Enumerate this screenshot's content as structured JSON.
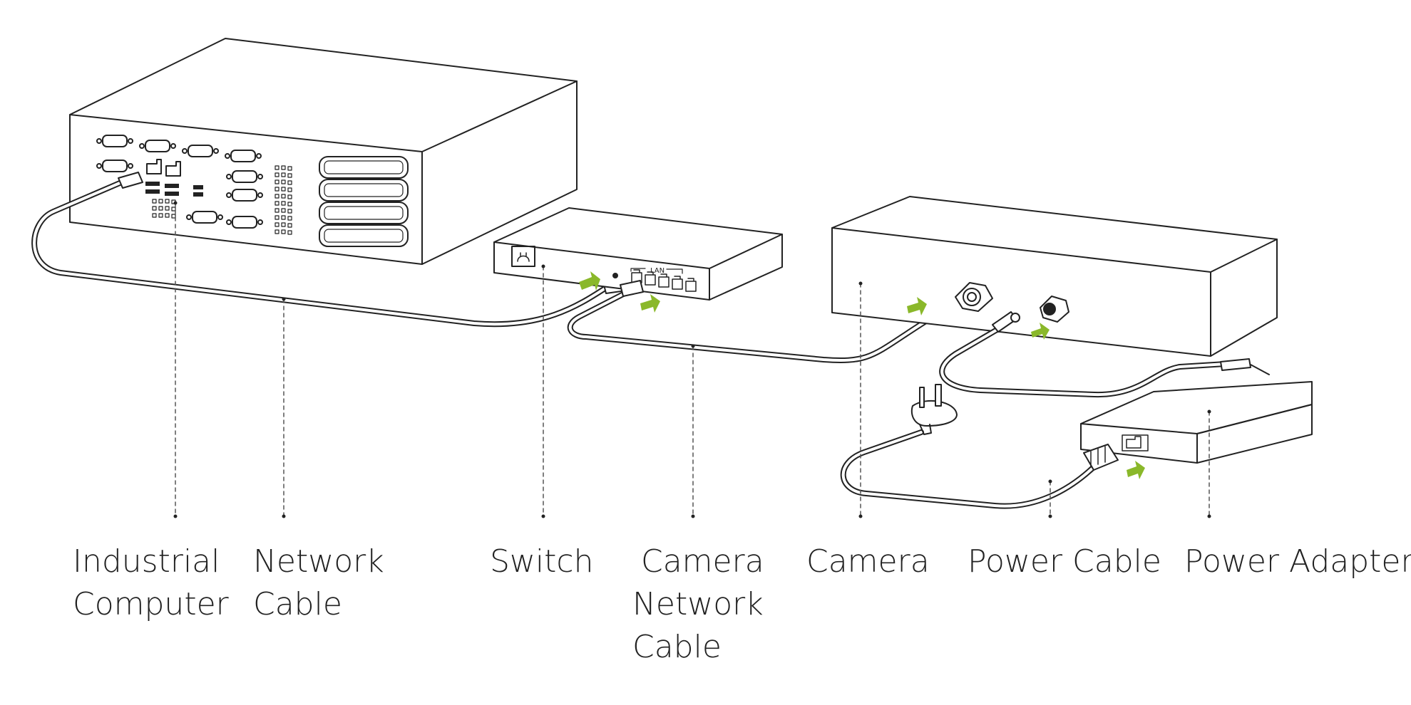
{
  "labels": {
    "industrial_computer": [
      "Industrial",
      "Computer"
    ],
    "network_cable": [
      "Network",
      "Cable"
    ],
    "switch": [
      "Switch"
    ],
    "camera_network_cable": [
      "Camera",
      "Network",
      "Cable"
    ],
    "camera": [
      "Camera"
    ],
    "power_cable": [
      "Power Cable"
    ],
    "power_adapter": [
      "Power Adapter"
    ]
  },
  "switch_port_label": "LAN",
  "colors": {
    "arrow": "#8ab82a",
    "line": "#222222",
    "leader": "#555555"
  }
}
